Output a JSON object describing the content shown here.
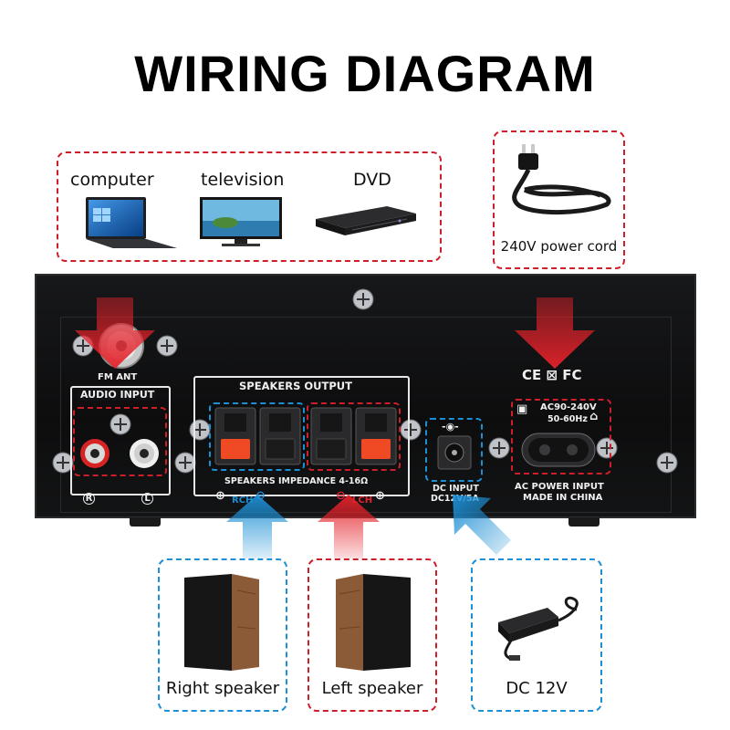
{
  "title": "WIRING DIAGRAM",
  "sources": {
    "computer": "computer",
    "television": "television",
    "dvd": "DVD"
  },
  "power_cord_label": "240V power cord",
  "panel": {
    "fm_ant": "FM ANT",
    "audio_input": "AUDIO INPUT",
    "audio_r": "R",
    "audio_l": "L",
    "speakers_output": "SPEAKERS OUTPUT",
    "speakers_impedance": "SPEAKERS IMPEDANCE 4-16Ω",
    "rch": "RCH",
    "lch": "LCH",
    "dc_input_line1": "DC INPUT",
    "dc_input_line2": "DC12V/5A",
    "cert_marks": "CE ⊠ FC",
    "ac_spec_line1": "AC90-240V",
    "ac_spec_line2": "50-60Hz",
    "ac_power_input": "AC POWER INPUT",
    "made_in": "MADE IN CHINA"
  },
  "outputs": {
    "right_speaker": "Right speaker",
    "left_speaker": "Left speaker",
    "dc12v": "DC 12V"
  },
  "colors": {
    "red_accent": "#cc1f2a",
    "blue_accent": "#1d8fd4",
    "terminal_red": "#f04a24"
  }
}
